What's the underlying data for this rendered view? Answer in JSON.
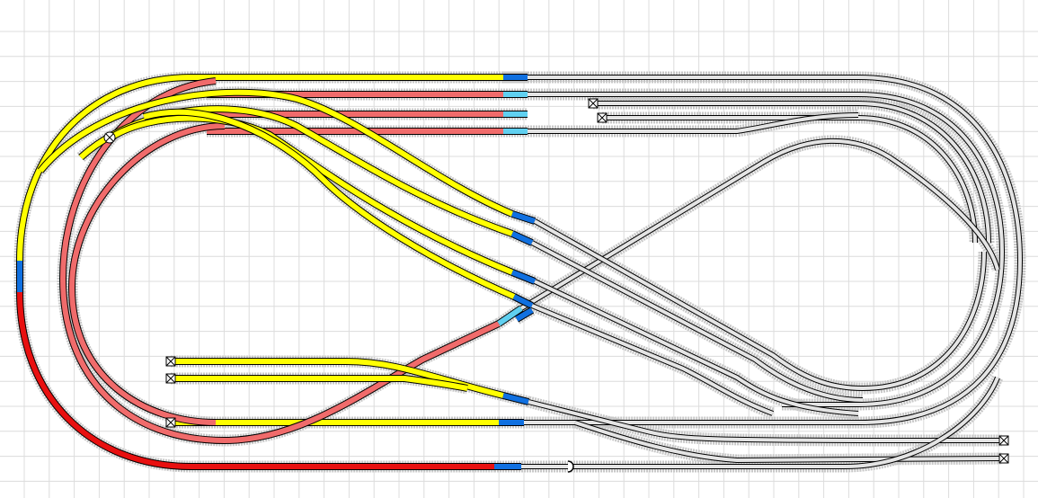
{
  "colors": {
    "background": "#ffffff",
    "grid": "#dcdcdc",
    "ballast": "#c8c8c8",
    "rail_outline": "#000000",
    "occupied_yellow": "#ffff00",
    "reserved_red": "#f06b6b",
    "route_red": "#e81010",
    "signal_blue": "#1070e0",
    "signal_light_blue": "#60d0f0",
    "idle_grey": "#e4e4e4"
  },
  "legend_states": [
    "occupied",
    "reserved",
    "route",
    "block-end",
    "idle"
  ],
  "bumper_count": 7
}
